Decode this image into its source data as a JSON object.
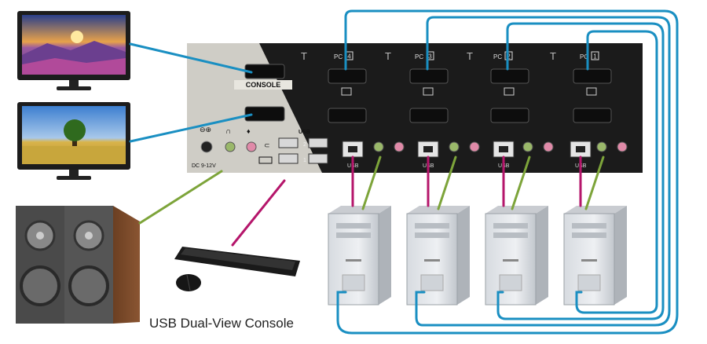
{
  "caption": "USB Dual-View Console",
  "kvm": {
    "console_label": "CONSOLE",
    "power_label": "DC 9-12V",
    "usb_label": "USB",
    "usb_port_numbers": [
      "2",
      "1"
    ],
    "pc_ports": [
      {
        "label": "PC",
        "number": "4",
        "usb_label": "USB"
      },
      {
        "label": "PC",
        "number": "3",
        "usb_label": "USB"
      },
      {
        "label": "PC",
        "number": "2",
        "usb_label": "USB"
      },
      {
        "label": "PC",
        "number": "1",
        "usb_label": "USB"
      }
    ]
  },
  "colors": {
    "displayport_cable": "#1a8fc2",
    "usb_cable": "#b5166b",
    "audio_cable": "#7da43a",
    "kvm_body": "#1b1b1b",
    "kvm_panel": "#cfcdc6"
  }
}
